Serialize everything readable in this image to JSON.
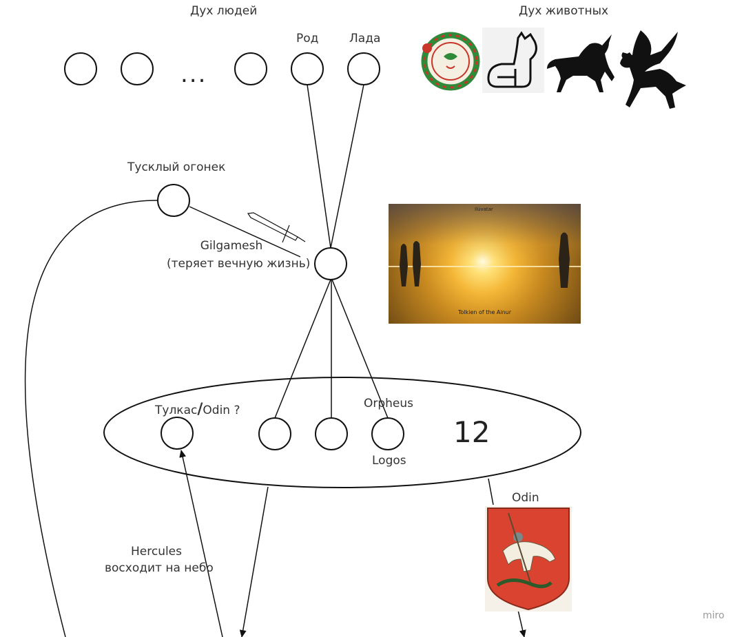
{
  "labels": {
    "spirit_people": "Дух людей",
    "spirit_animals": "Дух животных",
    "rod": "Род",
    "lada": "Лада",
    "ellipsis": "...",
    "dim_light": "Тусклый огонек",
    "gilgamesh": "Gilgamesh",
    "gilgamesh_note": "(теряет вечную жизнь)",
    "tulkas": "Тулкас",
    "slash": "/",
    "odin_q": "Odin ?",
    "orpheus": "Orpheus",
    "logos": "Logos",
    "twelve": "12",
    "odin": "Odin",
    "hercules": "Hercules",
    "hercules_note": "восходит на небо"
  },
  "tolkien_image": {
    "title": "Ilúvatar",
    "caption": "Tolkien of the Ainur"
  },
  "icons": [
    "ouroboros-dragon-icon",
    "cat-icon",
    "unicorn-icon",
    "pegasus-icon",
    "sword-icon",
    "coat-of-arms-icon"
  ],
  "colors": {
    "stroke": "#111111",
    "text": "#333333",
    "coat_red": "#d9432f",
    "watermark": "#9a9a9a"
  },
  "watermark": "miro"
}
